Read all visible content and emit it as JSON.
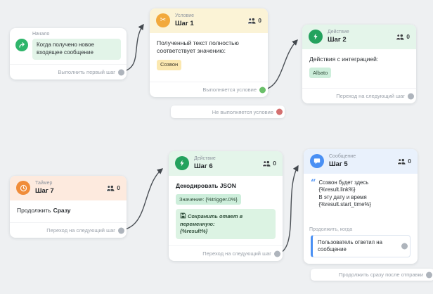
{
  "colors": {
    "canvas_bg": "#eef0f2",
    "start_accent": "#2fb56b",
    "condition_accent": "#f2a93c",
    "action_accent": "#23a25d",
    "timer_accent": "#f08c39",
    "message_accent": "#4a90f4",
    "port_default": "#aeb4bc",
    "port_success": "#6abf69",
    "port_fail": "#d47070"
  },
  "icons": {
    "start": "reply-arrow",
    "condition": "scissors",
    "condition_glyph": "✂",
    "action": "lightning",
    "timer": "clock",
    "message": "chat-bubble",
    "audience": "people",
    "save": "floppy-disk",
    "quote_glyph": "“"
  },
  "nodes": {
    "start": {
      "type_label": "Начало",
      "event_text": "Когда получено новое входящее сообщение",
      "footer": "Выполнить первый шаг"
    },
    "step1": {
      "type_label": "Условие",
      "title": "Шаг 1",
      "audience_count": "0",
      "body_text": "Полученный текст полностью соответствует значению:",
      "value_badge": "Созвон",
      "output_true": "Выполняется условие",
      "output_false": "Не выполняется условие"
    },
    "step2": {
      "type_label": "Действие",
      "title": "Шаг 2",
      "audience_count": "0",
      "body_text": "Действия с интеграцией:",
      "integration_badge": "Albato",
      "footer": "Переход на следующий шаг"
    },
    "step7": {
      "type_label": "Таймер",
      "title": "Шаг 7",
      "audience_count": "0",
      "body_prefix": "Продолжить",
      "body_value": "Сразу",
      "footer": "Переход на следующий шаг"
    },
    "step6": {
      "type_label": "Действие",
      "title": "Шаг 6",
      "audience_count": "0",
      "action_title": "Декодировать JSON",
      "value_badge": "Значение: {%trigger.0%}",
      "save_note": "Сохранить ответ в переменную:\n{%result%}",
      "footer": "Переход на следующий шаг"
    },
    "step5": {
      "type_label": "Сообщение",
      "title": "Шаг 5",
      "audience_count": "0",
      "message_text": "Созвон будет здесь\n{%result.link%}\nВ эту дату и время\n{%result.start_time%}",
      "continue_when_label": "Продолжить, когда",
      "condition_text": "Пользователь ответил на сообщение",
      "footer": "Продолжить сразу после отправки"
    }
  },
  "edges": [
    {
      "from": "start",
      "to": "step1"
    },
    {
      "from": "step1.output_true",
      "to": "step2"
    },
    {
      "from": "step7",
      "to": "step6"
    },
    {
      "from": "step6",
      "to": "step5"
    }
  ]
}
